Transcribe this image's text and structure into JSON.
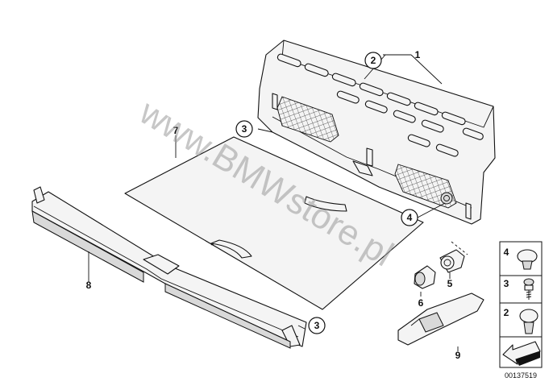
{
  "callouts": {
    "c1": "1",
    "c2": "2",
    "c3a": "3",
    "c3b": "3",
    "c4": "4",
    "c5": "5",
    "c6": "6",
    "c7": "7",
    "c8": "8",
    "c9": "9"
  },
  "legend": {
    "items": [
      {
        "number": "4",
        "icon": "push-rivet-icon"
      },
      {
        "number": "3",
        "icon": "screw-icon"
      },
      {
        "number": "2",
        "icon": "expanding-clip-icon"
      }
    ],
    "arrow_icon": "direction-arrow-icon"
  },
  "diagram_code": "00137519",
  "watermark": "www.BMWstore.pl"
}
